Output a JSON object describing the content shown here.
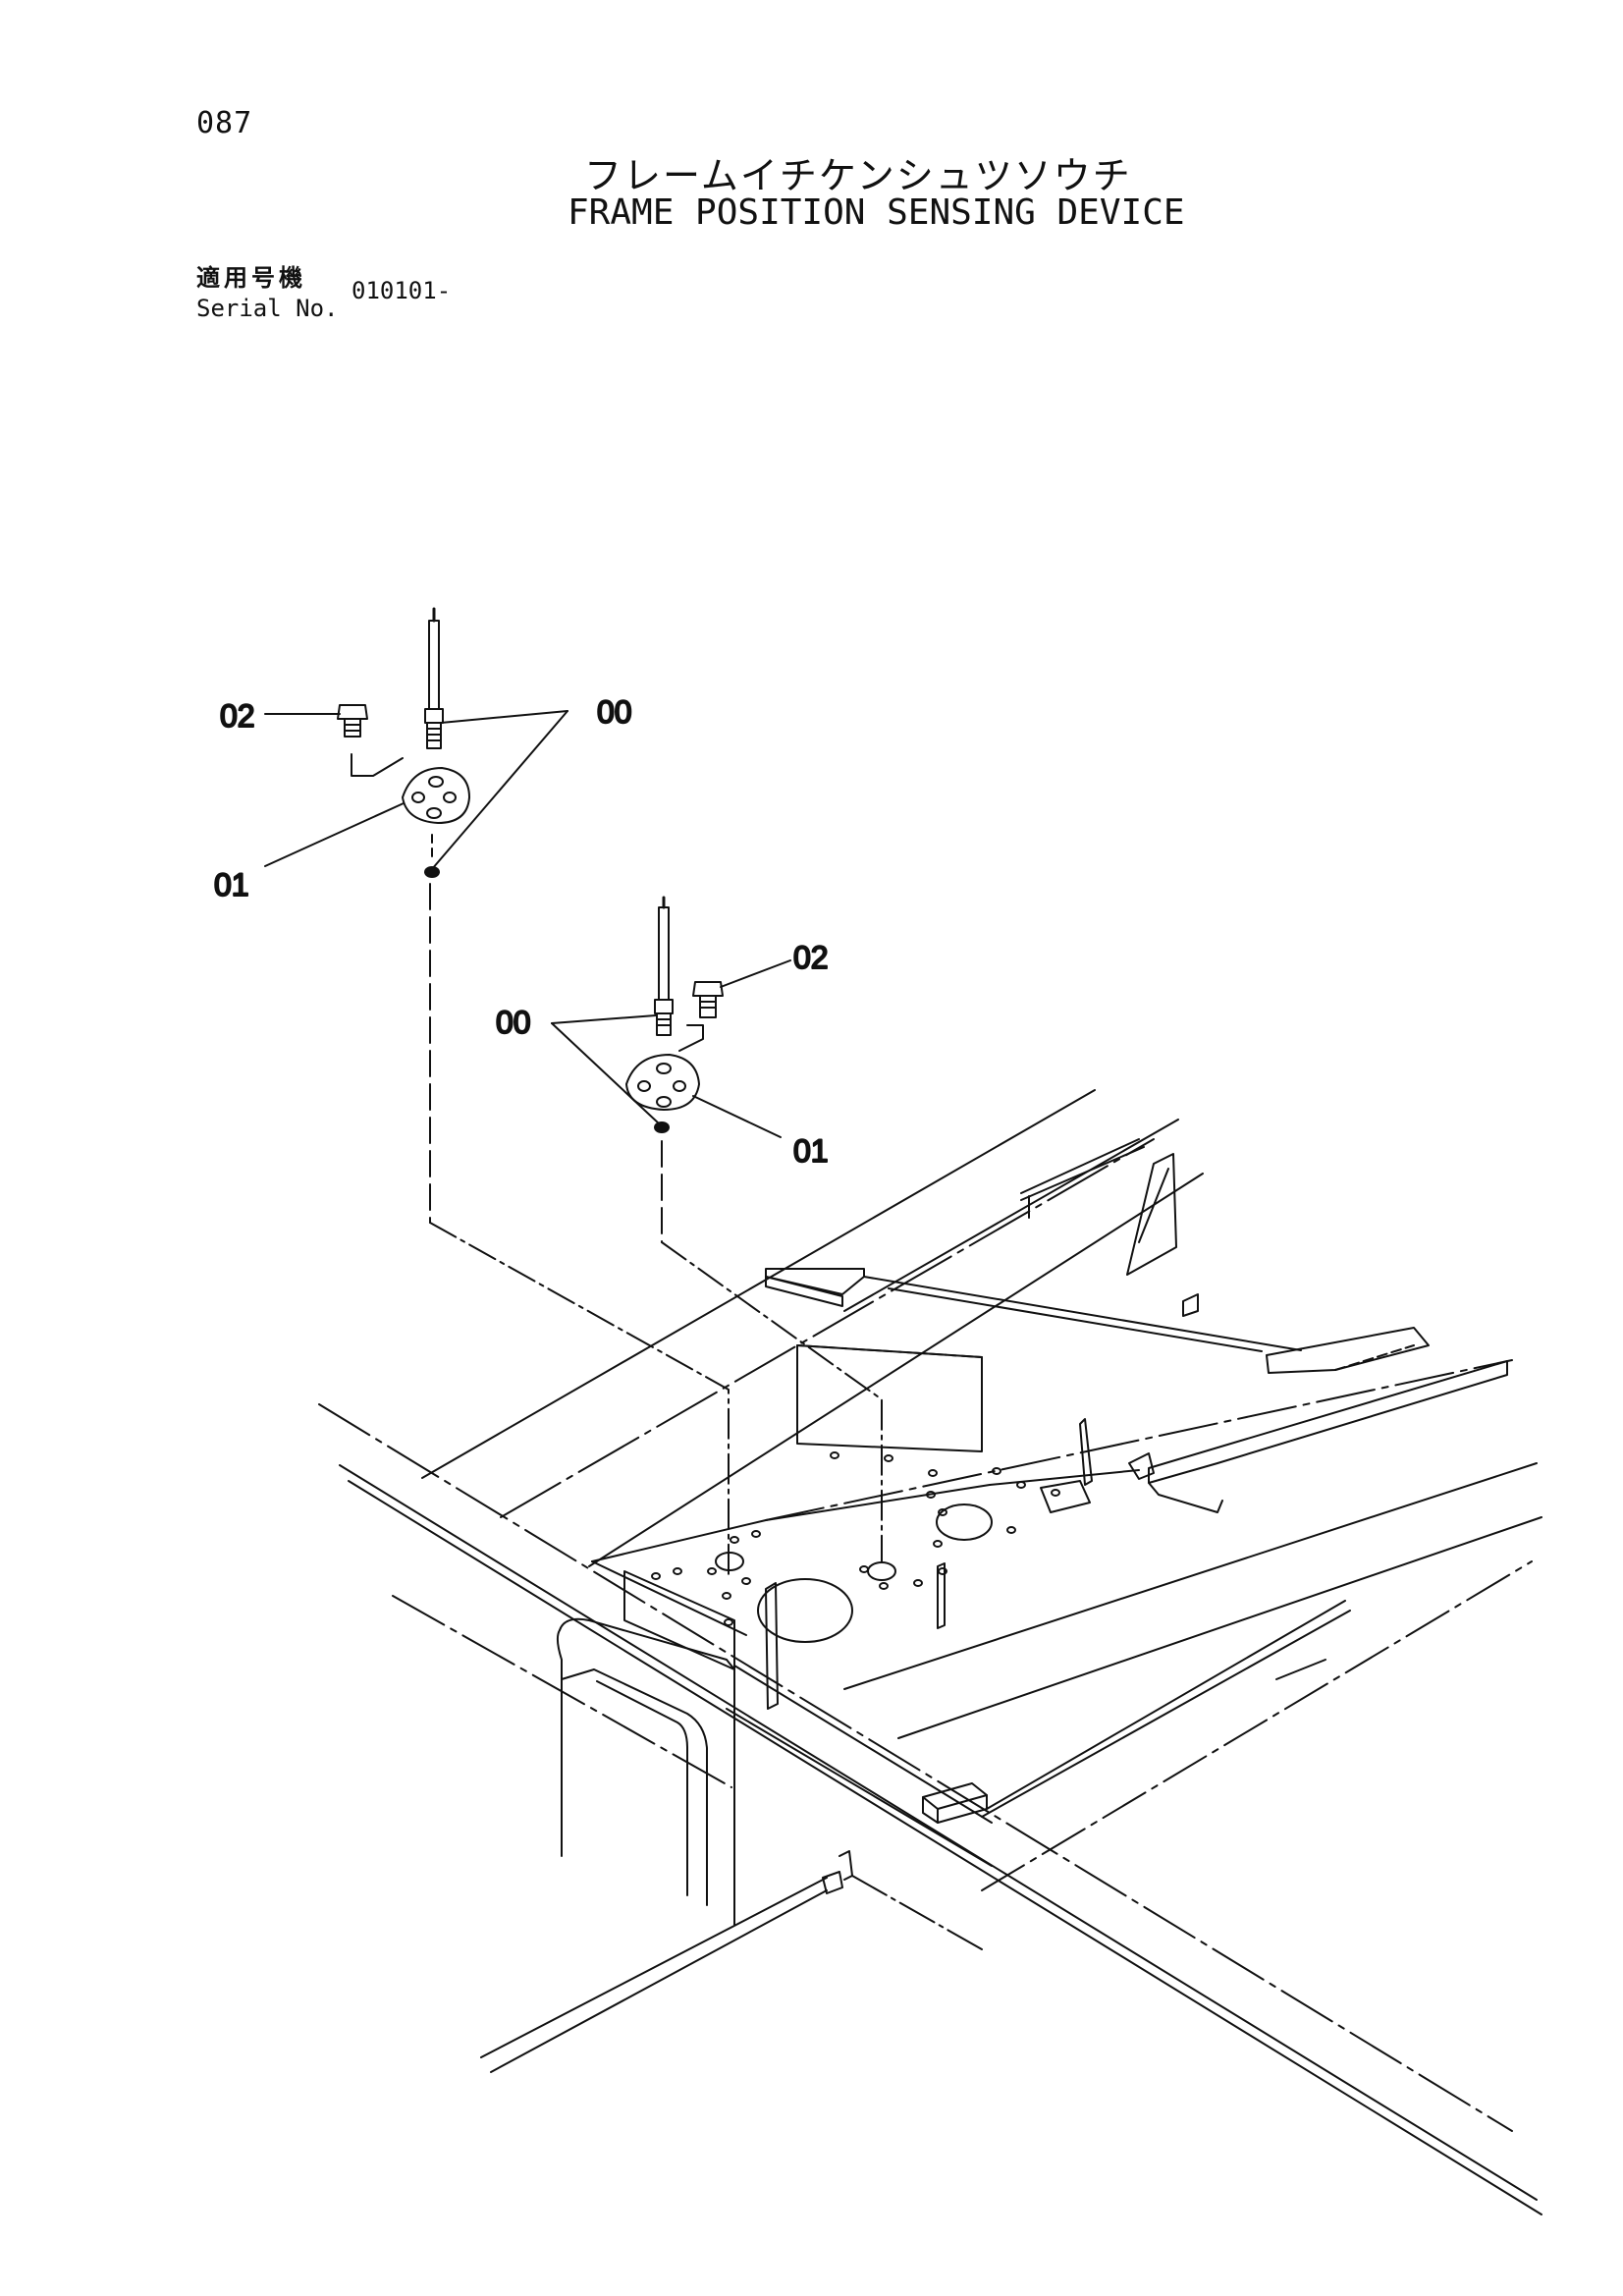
{
  "header": {
    "page_number": "087",
    "title_jp": "フレームイチケンシュツソウチ",
    "title_en": "FRAME POSITION SENSING DEVICE",
    "serial_label_jp": "適用号機",
    "serial_label_en": "Serial No.",
    "serial_value": "010101-"
  },
  "callouts": {
    "upper": {
      "c00": "00",
      "c01": "01",
      "c02": "02"
    },
    "lower": {
      "c00": "00",
      "c01": "01",
      "c02": "02"
    }
  },
  "colors": {
    "ink": "#111111",
    "paper": "#ffffff"
  }
}
